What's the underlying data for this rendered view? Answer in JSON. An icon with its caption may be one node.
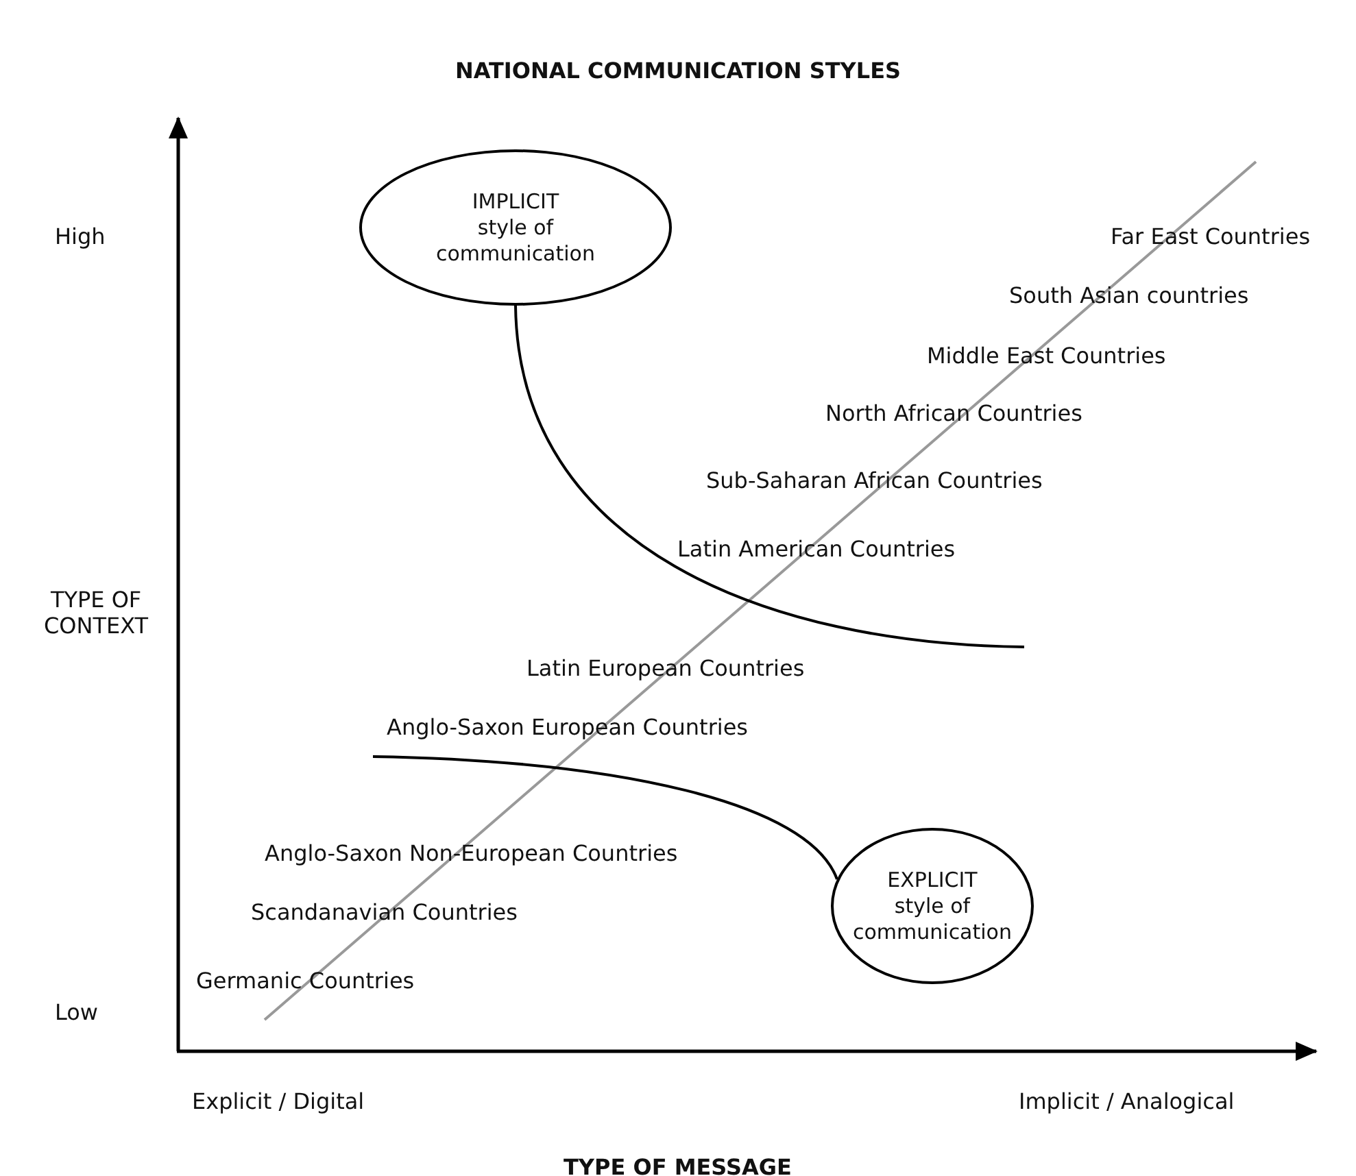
{
  "diagram": {
    "title": "NATIONAL COMMUNICATION STYLES",
    "nodes": [
      {
        "text": [
          "IMPLICIT",
          "style of communication"
        ]
      },
      {
        "text": [
          "EXPLICIT",
          "style of communication"
        ]
      }
    ],
    "edges": [
      {
        "from": 0,
        "to": null,
        "arrow": "none"
      },
      {
        "from": 1,
        "to": null,
        "arrow": "none"
      }
    ],
    "labels": [
      "High",
      "Far East Countries",
      "South Asian countries",
      "Middle East Countries",
      "North African Countries",
      "Sub-Saharan African Countries",
      "Latin American Countries",
      "TYPE OF CONTEXT",
      "Latin European Countries",
      "Anglo-Saxon European Countries",
      "Anglo-Saxon Non-European Countries",
      "Scandanavian Countries",
      "Germanic Countries",
      "Low",
      "Explicit / Digital",
      "Implicit / Analogical",
      "TYPE OF MESSAGE"
    ]
  }
}
